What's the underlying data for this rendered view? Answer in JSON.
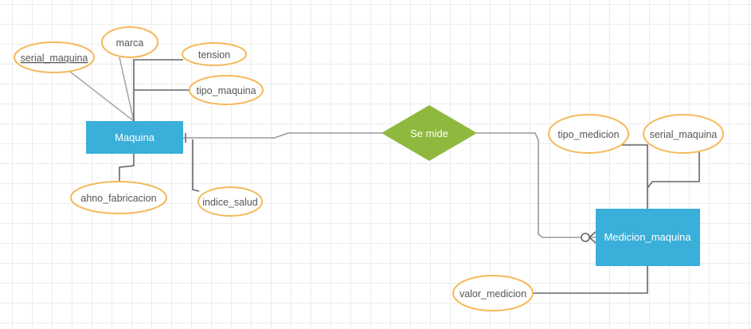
{
  "entities": [
    {
      "id": "maquina",
      "label": "Maquina"
    },
    {
      "id": "medicion",
      "label": "Medicion_maquina"
    }
  ],
  "relationships": [
    {
      "id": "se_mide",
      "label": "Se mide"
    }
  ],
  "attributes": [
    {
      "id": "serial_maquina_1",
      "label": "serial_maquina",
      "key": true
    },
    {
      "id": "marca",
      "label": "marca"
    },
    {
      "id": "tension",
      "label": "tension"
    },
    {
      "id": "tipo_maquina",
      "label": "tipo_maquina"
    },
    {
      "id": "ahno_fabricacion",
      "label": "ahno_fabricacion"
    },
    {
      "id": "indice_salud",
      "label": "indice_salud"
    },
    {
      "id": "tipo_medicion",
      "label": "tipo_medicion"
    },
    {
      "id": "serial_maquina_2",
      "label": "serial_maquina"
    },
    {
      "id": "valor_medicion",
      "label": "valor_medicion"
    }
  ],
  "colors": {
    "entity": "#3aafd9",
    "relationship": "#8fb83e",
    "attribute_border": "#f4b95a",
    "line": "#8a8a8a"
  }
}
